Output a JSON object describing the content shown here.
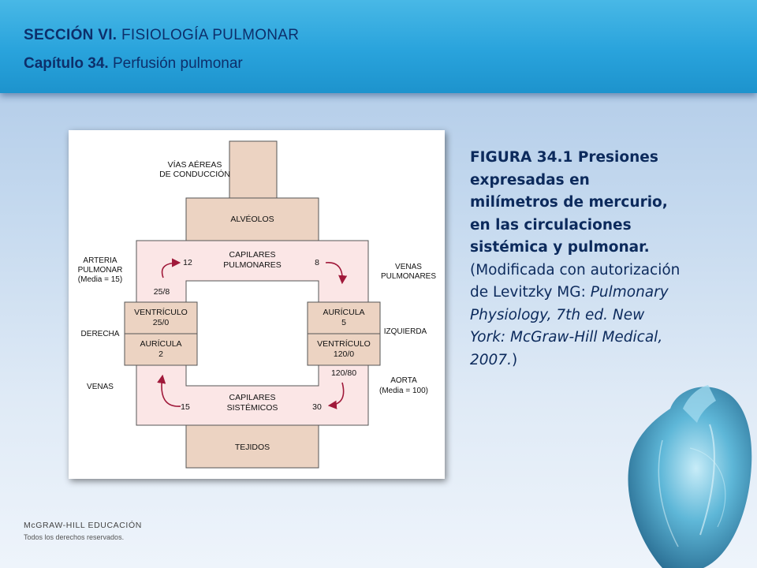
{
  "header": {
    "section_label": "SECCIÓN VI.",
    "section_title": "FISIOLOGÍA PULMONAR",
    "chapter_label": "Capítulo 34.",
    "chapter_title": "Perfusión pulmonar"
  },
  "figure": {
    "airways": [
      "VÍAS AÉREAS",
      "DE CONDUCCIÓN"
    ],
    "alveoli": "ALVÉOLOS",
    "pulmonary_artery": [
      "ARTERIA",
      "PULMONAR",
      "(Media = 15)"
    ],
    "pulmonary_capillaries": [
      "CAPILARES",
      "PULMONARES"
    ],
    "pulmonary_veins": [
      "VENAS",
      "PULMONARES"
    ],
    "p_cap_pulm_in": "12",
    "p_cap_pulm_out": "8",
    "p_pulm_artery": "25/8",
    "right_ventricle": [
      "VENTRÍCULO",
      "25/0"
    ],
    "right_atrium": [
      "AURÍCULA",
      "2"
    ],
    "left_atrium": [
      "AURÍCULA",
      "5"
    ],
    "left_ventricle": [
      "VENTRÍCULO",
      "120/0"
    ],
    "right_label": "DERECHA",
    "left_label": "IZQUIERDA",
    "veins": "VENAS",
    "aorta": [
      "AORTA",
      "(Media = 100)"
    ],
    "p_aorta": "120/80",
    "systemic_capillaries": [
      "CAPILARES",
      "SISTÉMICOS"
    ],
    "p_cap_sys_out": "15",
    "p_cap_sys_in": "30",
    "tissues": "TEJIDOS",
    "colors": {
      "tissue": "#ecd3c2",
      "vessel": "#fbe6e6",
      "arrow": "#a0193a"
    }
  },
  "caption": {
    "bold_text": "FIGURA 34.1 Presiones expresadas en milímetros de mercurio, en las circulaciones sistémica y pulmonar.",
    "normal_text": " (Modificada con autorización de Levitzky MG: ",
    "italic_text": "Pulmonary Physiology, 7th ed. New York: McGraw-Hill Medical, 2007.",
    "closing_text": ")"
  },
  "footer": {
    "brand": "McGRAW-HILL EDUCACIÓN",
    "rights": "Todos los derechos reservados."
  },
  "decor": {
    "heart_icon": "heart-illustration-icon"
  }
}
